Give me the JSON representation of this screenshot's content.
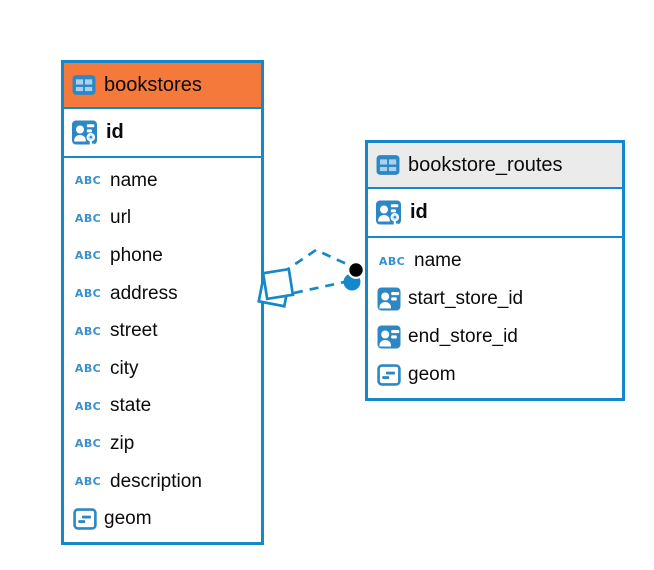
{
  "diagram": {
    "background": "#ffffff",
    "colors": {
      "table_border": "#1588c9",
      "icon_blue": "#2e87c5",
      "header_orange": "#f4793b",
      "header_gray": "#ebebeb",
      "text": "#0b0b0b"
    },
    "abc_icon_label": "ABC",
    "tables": [
      {
        "name": "bookstores",
        "header_color": "#f4793b",
        "icon": "table-icon",
        "primary_key": {
          "name": "id",
          "icon": "primary-key-icon"
        },
        "columns": [
          {
            "name": "name",
            "type_icon": "text-abc-icon"
          },
          {
            "name": "url",
            "type_icon": "text-abc-icon"
          },
          {
            "name": "phone",
            "type_icon": "text-abc-icon"
          },
          {
            "name": "address",
            "type_icon": "text-abc-icon"
          },
          {
            "name": "street",
            "type_icon": "text-abc-icon"
          },
          {
            "name": "city",
            "type_icon": "text-abc-icon"
          },
          {
            "name": "state",
            "type_icon": "text-abc-icon"
          },
          {
            "name": "zip",
            "type_icon": "text-abc-icon"
          },
          {
            "name": "description",
            "type_icon": "text-abc-icon"
          },
          {
            "name": "geom",
            "type_icon": "geometry-icon"
          }
        ]
      },
      {
        "name": "bookstore_routes",
        "header_color": "#ebebeb",
        "icon": "table-icon",
        "primary_key": {
          "name": "id",
          "icon": "primary-key-icon"
        },
        "columns": [
          {
            "name": "name",
            "type_icon": "text-abc-icon"
          },
          {
            "name": "start_store_id",
            "type_icon": "foreign-key-icon"
          },
          {
            "name": "end_store_id",
            "type_icon": "foreign-key-icon"
          },
          {
            "name": "geom",
            "type_icon": "geometry-icon"
          }
        ]
      }
    ],
    "relationship": {
      "between": [
        "bookstores",
        "bookstore_routes"
      ],
      "line_count": 2,
      "line_style": "dashed",
      "color": "#1588c9",
      "source_marker": "tilted-square-pair",
      "target_marker": "black-dot-over-blue-dot"
    }
  }
}
